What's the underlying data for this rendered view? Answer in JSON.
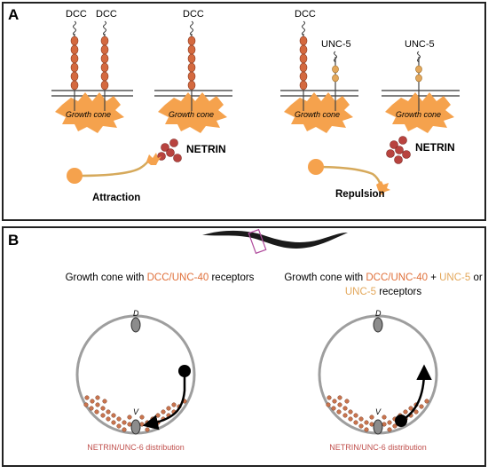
{
  "panel_a": {
    "label": "A",
    "receptor_dcc": "DCC",
    "receptor_unc5": "UNC-5",
    "growth_cone": "Growth cone",
    "netrin": "NETRIN",
    "attraction": "Attraction",
    "repulsion": "Repulsion"
  },
  "panel_b": {
    "label": "B",
    "left_caption": {
      "prefix": "Growth cone with ",
      "highlight": "DCC/UNC-40",
      "suffix": " receptors"
    },
    "right_caption": {
      "prefix": "Growth cone with ",
      "highlight1": "DCC/UNC-40",
      "middle": " + ",
      "highlight2": "UNC-5",
      "suffix1": " or",
      "line2_highlight": "UNC-5",
      "line2_suffix": " receptors"
    },
    "dorsal_label": "D",
    "ventral_label": "V",
    "distribution_label": "NETRIN/UNC-6 distribution"
  },
  "colors": {
    "dcc_orange": "#e0703a",
    "unc5_tan": "#e3a75a",
    "netrin_red": "#c0504d",
    "growth_cone": "#f5a24d",
    "gray": "#9e9e9e"
  }
}
